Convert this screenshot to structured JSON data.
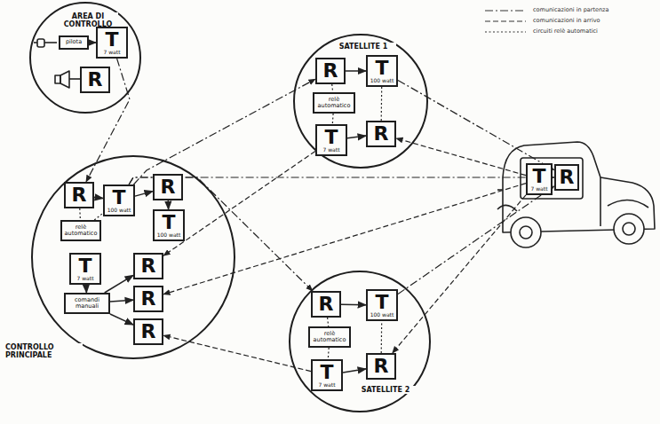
{
  "diagram": {
    "nodes": [
      {
        "text": [
          "AREA DI CONTROLLO"
        ]
      },
      {
        "text": [
          "pilota"
        ],
        "in": 0
      },
      {
        "text": [
          "T",
          "7 watt"
        ],
        "in": 0
      },
      {
        "text": [
          "R"
        ],
        "in": 0
      },
      {
        "text": [
          "CONTROLLO PRINCIPALE"
        ]
      },
      {
        "text": [
          "R"
        ],
        "in": 4
      },
      {
        "text": [
          "T",
          "100 watt"
        ],
        "in": 4
      },
      {
        "text": [
          "R"
        ],
        "in": 4
      },
      {
        "text": [
          "T",
          "100 watt"
        ],
        "in": 4
      },
      {
        "text": [
          "relè automatico"
        ],
        "in": 4
      },
      {
        "text": [
          "T",
          "7 watt"
        ],
        "in": 4
      },
      {
        "text": [
          "comandi manuali"
        ],
        "in": 4
      },
      {
        "text": [
          "R"
        ],
        "in": 4
      },
      {
        "text": [
          "R"
        ],
        "in": 4
      },
      {
        "text": [
          "R"
        ],
        "in": 4
      },
      {
        "text": [
          "SATELLITE 1"
        ]
      },
      {
        "text": [
          "R"
        ],
        "in": 15
      },
      {
        "text": [
          "T",
          "100 watt"
        ],
        "in": 15
      },
      {
        "text": [
          "relè automatico"
        ],
        "in": 15
      },
      {
        "text": [
          "T",
          "7 watt"
        ],
        "in": 15
      },
      {
        "text": [
          "R"
        ],
        "in": 15
      },
      {
        "text": [
          "SATELLITE 2"
        ]
      },
      {
        "text": [
          "R"
        ],
        "in": 21
      },
      {
        "text": [
          "T",
          "100 watt"
        ],
        "in": 21
      },
      {
        "text": [
          "relè automatico"
        ],
        "in": 21
      },
      {
        "text": [
          "T",
          "7 watt"
        ],
        "in": 21
      },
      {
        "text": [
          "R"
        ],
        "in": 21
      },
      {
        "text": [
          "T",
          "7 watt"
        ]
      },
      {
        "text": [
          "R"
        ]
      }
    ],
    "edges": [
      {
        "from": 1,
        "to": 2,
        "arrow": "to"
      },
      {
        "from": 2,
        "to": 5,
        "arrow": "to"
      },
      {
        "from": 5,
        "to": 6,
        "arrow": "to"
      },
      {
        "from": 6,
        "to": 7,
        "arrow": "to"
      },
      {
        "from": 7,
        "to": 8,
        "arrow": "to"
      },
      {
        "from": 5,
        "to": 9,
        "arrow": "none"
      },
      {
        "from": 9,
        "to": 6,
        "arrow": "none"
      },
      {
        "from": 10,
        "to": 11,
        "arrow": "to"
      },
      {
        "from": 11,
        "to": 12,
        "arrow": "to"
      },
      {
        "from": 11,
        "to": 13,
        "arrow": "to"
      },
      {
        "from": 11,
        "to": 14,
        "arrow": "to"
      },
      {
        "from": 6,
        "to": 16,
        "arrow": "to"
      },
      {
        "from": 6,
        "to": 22,
        "arrow": "to"
      },
      {
        "from": 6,
        "to": 28,
        "arrow": "to"
      },
      {
        "from": 16,
        "to": 17,
        "arrow": "to"
      },
      {
        "from": 16,
        "to": 18,
        "arrow": "none"
      },
      {
        "from": 18,
        "to": 19,
        "arrow": "none"
      },
      {
        "from": 19,
        "to": 20,
        "arrow": "to"
      },
      {
        "from": 20,
        "to": 17,
        "arrow": "none"
      },
      {
        "from": 22,
        "to": 23,
        "arrow": "to"
      },
      {
        "from": 22,
        "to": 24,
        "arrow": "none"
      },
      {
        "from": 24,
        "to": 25,
        "arrow": "none"
      },
      {
        "from": 25,
        "to": 26,
        "arrow": "to"
      },
      {
        "from": 26,
        "to": 23,
        "arrow": "none"
      },
      {
        "from": 17,
        "to": 28,
        "arrow": "to"
      },
      {
        "from": 23,
        "to": 28,
        "arrow": "to"
      },
      {
        "from": 27,
        "to": 20,
        "arrow": "to"
      },
      {
        "from": 27,
        "to": 26,
        "arrow": "to"
      },
      {
        "from": 27,
        "to": 13,
        "arrow": "to"
      },
      {
        "from": 19,
        "to": 12,
        "arrow": "to"
      },
      {
        "from": 25,
        "to": 14,
        "arrow": "to"
      }
    ],
    "legend": [
      {
        "text": "comunicazioni in partenza"
      },
      {
        "text": "comunicazioni in arrivo"
      },
      {
        "text": "circuiti relè automatici"
      }
    ]
  }
}
